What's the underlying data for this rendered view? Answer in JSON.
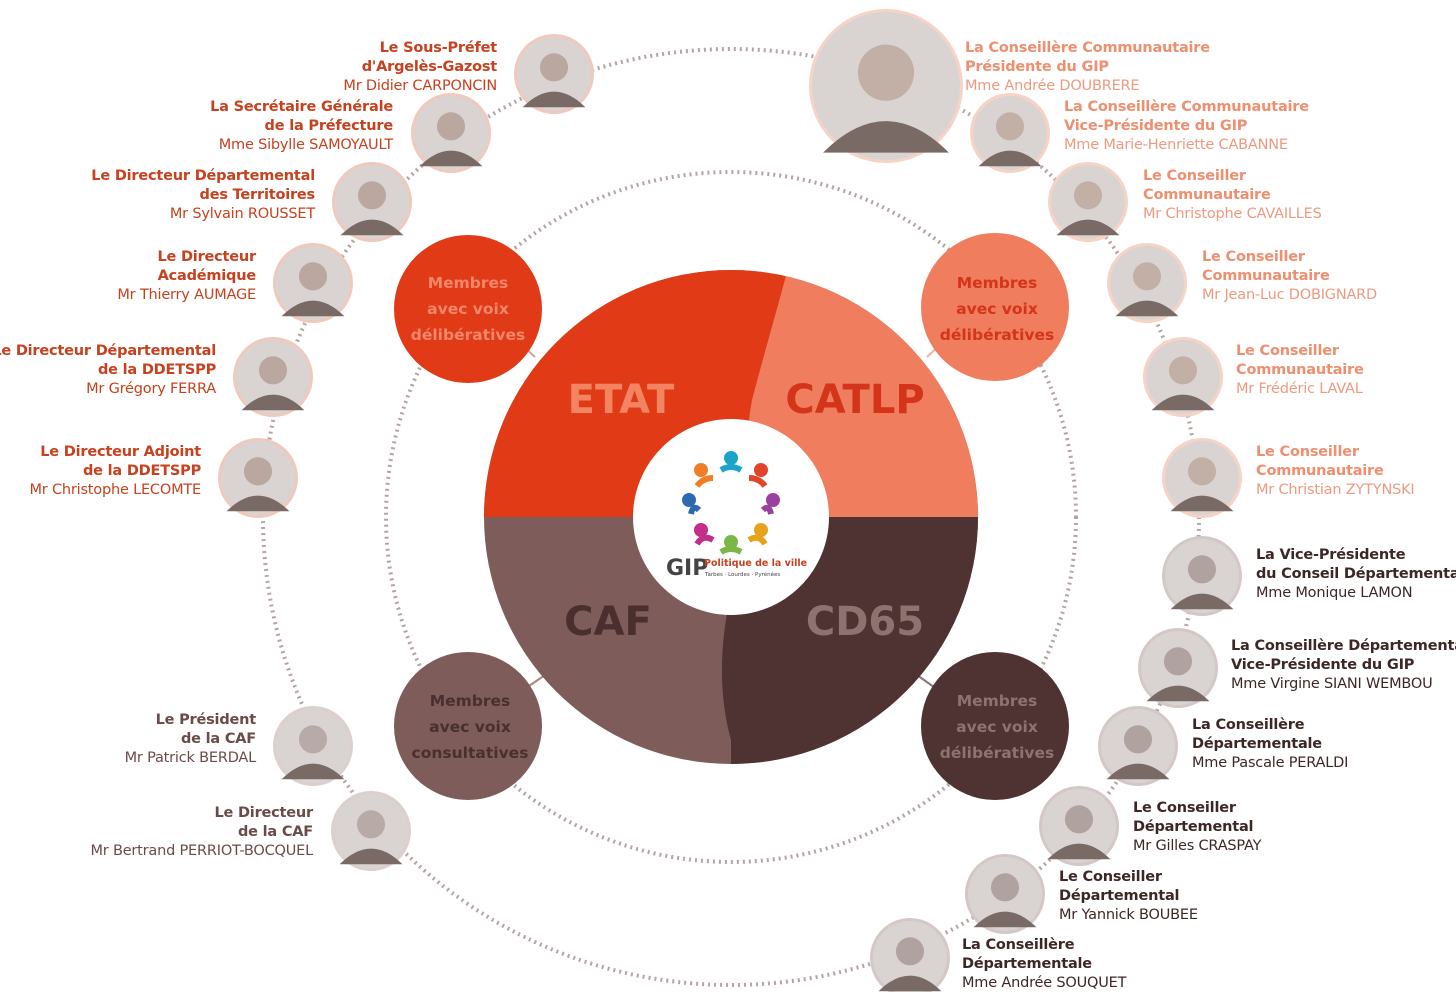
{
  "colors": {
    "etat": "#e03b16",
    "catlp": "#ef7d5e",
    "caf": "#7d5c5a",
    "cd65": "#4e3332",
    "etat_text": "#f28462",
    "catlp_text": "#d3341a",
    "caf_text": "#4a2f2e",
    "cd65_text": "#8e7270",
    "ring": "#b4a5a2"
  },
  "quadrants": {
    "etat": "ETAT",
    "catlp": "CATLP",
    "caf": "CAF",
    "cd65": "CD65"
  },
  "logo": {
    "brand": "GIP",
    "tagline": "Politique de la ville",
    "cities": "Tarbes · Lourdes · Pyrénées"
  },
  "bubbles": {
    "etat": [
      "Membres",
      "avec voix",
      "délibératives"
    ],
    "catlp": [
      "Membres",
      "avec voix",
      "délibératives"
    ],
    "caf": [
      "Membres",
      "avec voix",
      "consultatives"
    ],
    "cd65": [
      "Membres",
      "avec voix",
      "délibératives"
    ]
  },
  "members": [
    {
      "group": "etat",
      "icon": "member-photo",
      "lines": [
        "Le Sous-Préfet",
        "d'Argelès-Gazost"
      ],
      "name": "Mr Didier CARPONCIN"
    },
    {
      "group": "etat",
      "icon": "member-photo",
      "lines": [
        "La Secrétaire Générale",
        "de la Préfecture"
      ],
      "name": "Mme Sibylle SAMOYAULT"
    },
    {
      "group": "etat",
      "icon": "member-photo",
      "lines": [
        "Le Directeur Départemental",
        "des Territoires"
      ],
      "name": "Mr Sylvain ROUSSET"
    },
    {
      "group": "etat",
      "icon": "member-photo",
      "lines": [
        "Le Directeur",
        "Académique"
      ],
      "name": "Mr Thierry AUMAGE"
    },
    {
      "group": "etat",
      "icon": "member-photo",
      "lines": [
        "Le Directeur Départemental",
        "de la DDETSPP"
      ],
      "name": "Mr Grégory FERRA"
    },
    {
      "group": "etat",
      "icon": "member-photo",
      "lines": [
        "Le Directeur Adjoint",
        "de la DDETSPP"
      ],
      "name": "Mr Christophe LECOMTE"
    },
    {
      "group": "caf",
      "icon": "member-photo",
      "lines": [
        "Le Président",
        "de la CAF"
      ],
      "name": "Mr Patrick BERDAL"
    },
    {
      "group": "caf",
      "icon": "member-photo",
      "lines": [
        "Le Directeur",
        "de la CAF"
      ],
      "name": "Mr Bertrand PERRIOT-BOCQUEL"
    },
    {
      "group": "catlp",
      "icon": "member-photo",
      "lines": [
        "La Conseillère Communautaire",
        "Présidente du GIP"
      ],
      "name": "Mme Andrée DOUBRERE"
    },
    {
      "group": "catlp",
      "icon": "member-photo",
      "lines": [
        "La Conseillère Communautaire",
        "Vice-Présidente du GIP"
      ],
      "name": "Mme Marie-Henriette CABANNE"
    },
    {
      "group": "catlp",
      "icon": "member-photo",
      "lines": [
        "Le Conseiller",
        "Communautaire"
      ],
      "name": "Mr Christophe CAVAILLES"
    },
    {
      "group": "catlp",
      "icon": "member-photo",
      "lines": [
        "Le Conseiller",
        "Communautaire"
      ],
      "name": "Mr Jean-Luc DOBIGNARD"
    },
    {
      "group": "catlp",
      "icon": "member-photo",
      "lines": [
        "Le Conseiller",
        "Communautaire"
      ],
      "name": "Mr Frédéric LAVAL"
    },
    {
      "group": "catlp",
      "icon": "member-photo",
      "lines": [
        "Le Conseiller",
        "Communautaire"
      ],
      "name": "Mr Christian ZYTYNSKI"
    },
    {
      "group": "cd65",
      "icon": "member-photo",
      "lines": [
        "La Vice-Présidente",
        "du Conseil Départemental"
      ],
      "name": "Mme Monique LAMON"
    },
    {
      "group": "cd65",
      "icon": "member-photo",
      "lines": [
        "La Conseillère Départementale",
        "Vice-Présidente du GIP"
      ],
      "name": "Mme Virgine SIANI WEMBOU"
    },
    {
      "group": "cd65",
      "icon": "member-photo",
      "lines": [
        "La Conseillère",
        "Départementale"
      ],
      "name": "Mme Pascale PERALDI"
    },
    {
      "group": "cd65",
      "icon": "member-photo",
      "lines": [
        "Le Conseiller",
        "Départemental"
      ],
      "name": "Mr Gilles CRASPAY"
    },
    {
      "group": "cd65",
      "icon": "member-photo",
      "lines": [
        "Le Conseiller",
        "Départemental"
      ],
      "name": "Mr Yannick BOUBEE"
    },
    {
      "group": "cd65",
      "icon": "member-photo",
      "lines": [
        "La Conseillère",
        "Départementale"
      ],
      "name": "Mme Andrée SOUQUET"
    }
  ]
}
